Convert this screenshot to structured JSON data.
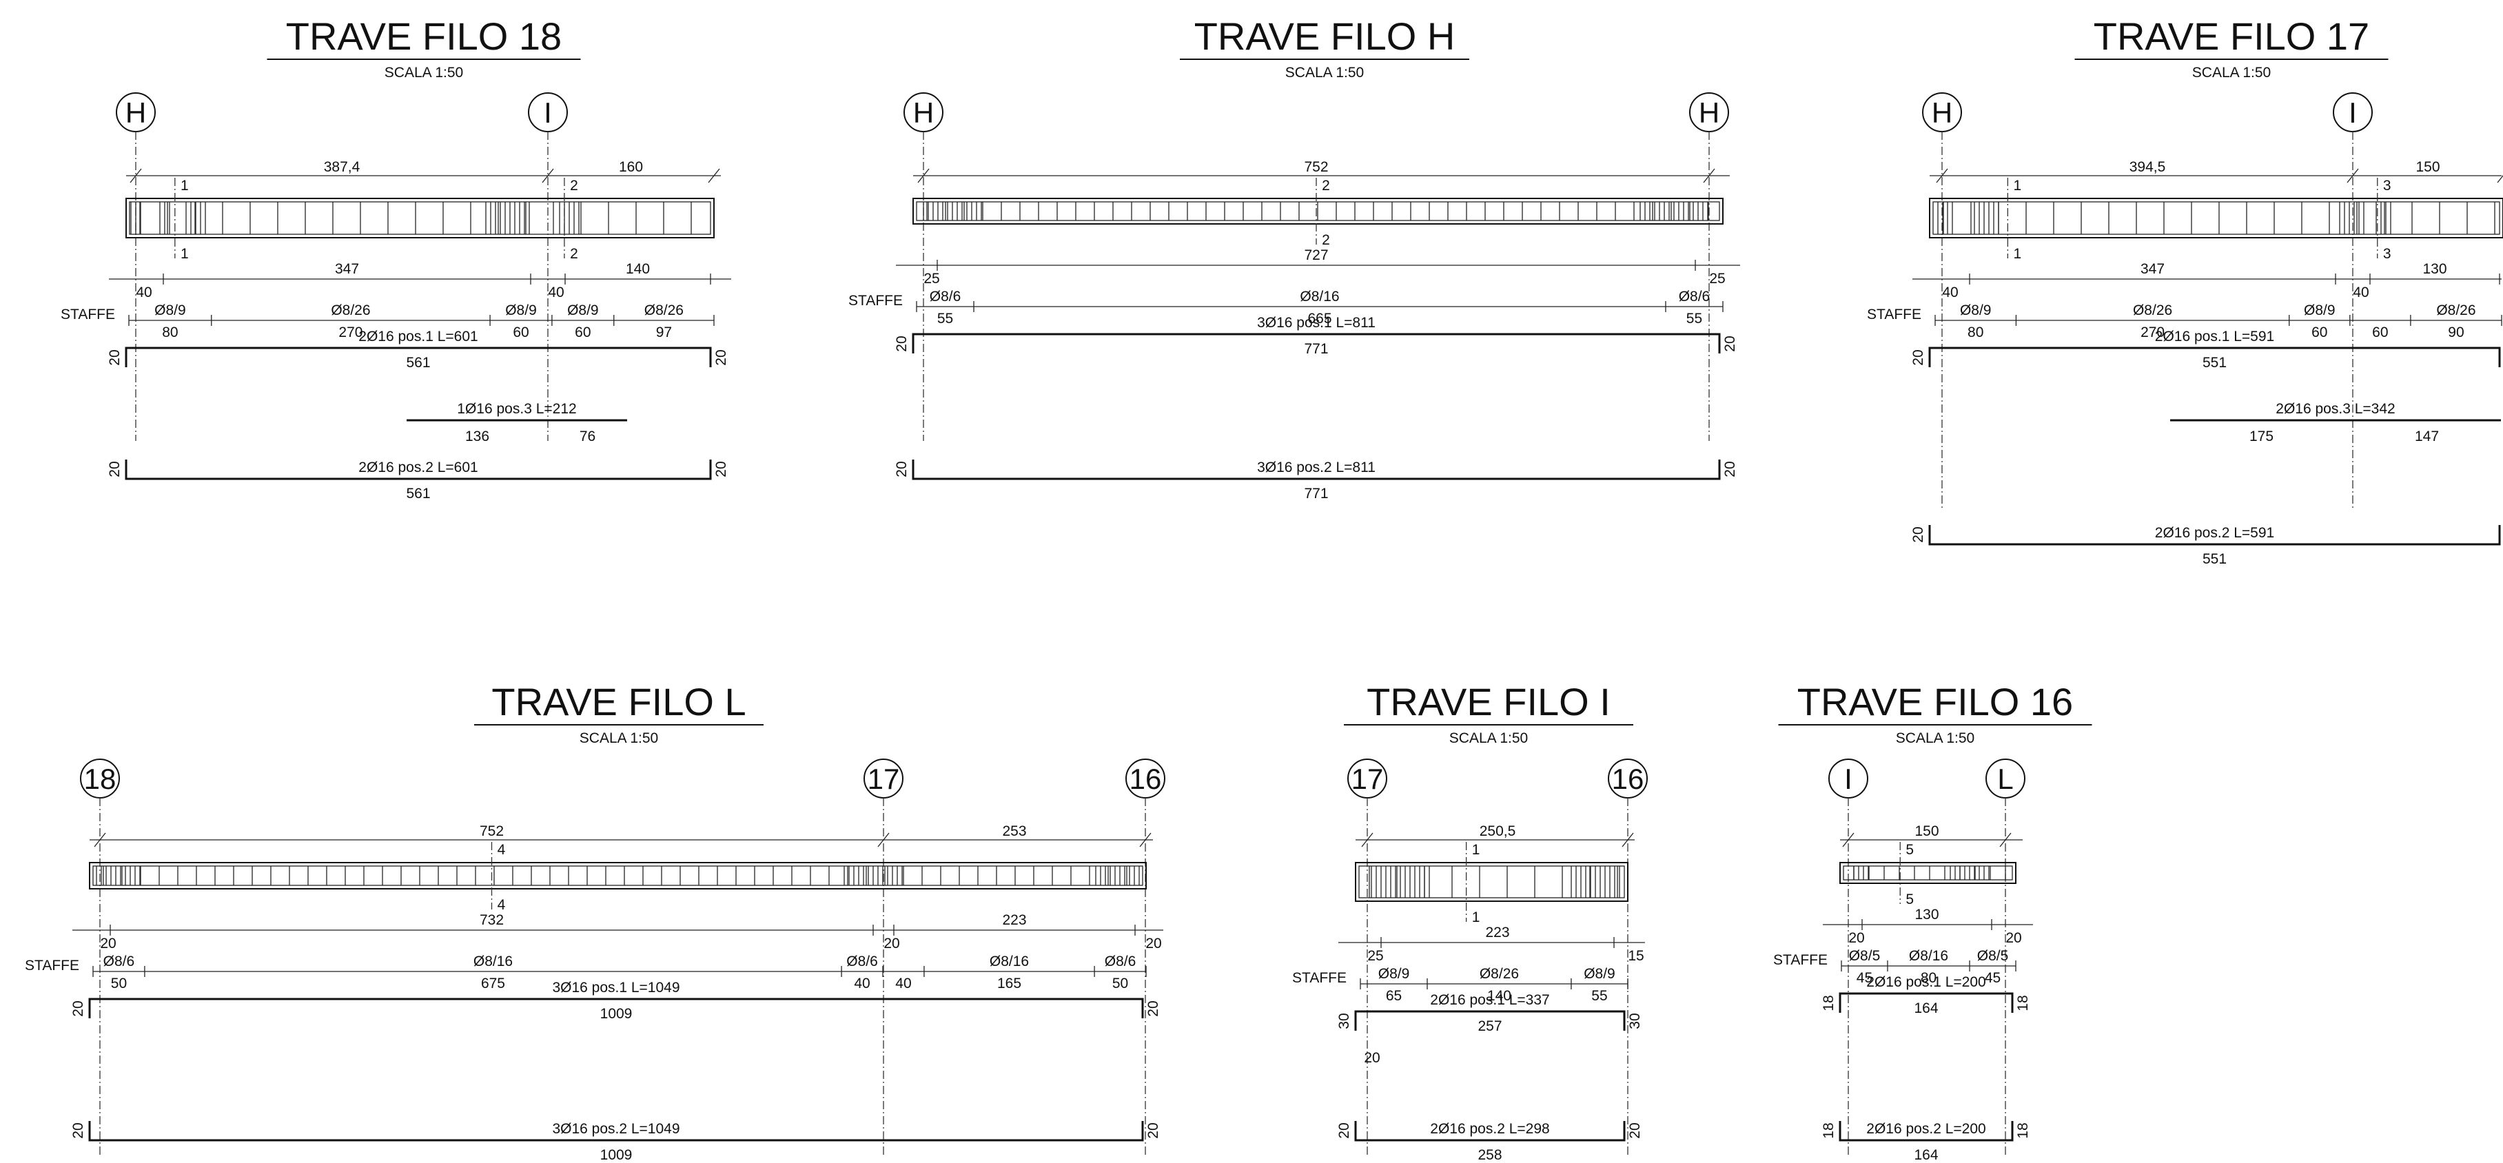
{
  "beams": [
    {
      "id": "filo18",
      "title": "TRAVE FILO 18",
      "scale": "SCALA 1:50",
      "axes": [
        "H",
        "I"
      ],
      "spans": [
        "387,4",
        "160"
      ],
      "section_marks": [
        {
          "n": "1",
          "at": 0.095
        },
        {
          "n": "2",
          "at": 1.04
        }
      ],
      "clear": [
        "347",
        "140"
      ],
      "supports": [
        "40",
        "40"
      ],
      "stirrups": {
        "label": "STAFFE",
        "zones": [
          {
            "spec": "Ø8/9",
            "len": "80"
          },
          {
            "spec": "Ø8/26",
            "len": "270"
          },
          {
            "spec": "Ø8/9",
            "len": "60"
          },
          {
            "spec": "Ø8/9",
            "len": "60"
          },
          {
            "spec": "Ø8/26",
            "len": "97"
          }
        ]
      },
      "bars": [
        {
          "label": "2Ø16 pos.1 L=601",
          "len": "561",
          "hook": "20",
          "type": "top"
        },
        {
          "label": "1Ø16 pos.3 L=212",
          "lenA": "136",
          "lenB": "76",
          "type": "extra"
        },
        {
          "label": "2Ø16 pos.2 L=601",
          "len": "561",
          "hook": "20",
          "type": "bottom"
        }
      ]
    },
    {
      "id": "filoH",
      "title": "TRAVE FILO H",
      "scale": "SCALA 1:50",
      "axes": [
        "H",
        "H"
      ],
      "spans": [
        "752"
      ],
      "section_marks": [
        {
          "n": "2",
          "at": 0.5
        }
      ],
      "clear": [
        "727"
      ],
      "supports": [
        "25",
        "25"
      ],
      "stirrups": {
        "label": "STAFFE",
        "zones": [
          {
            "spec": "Ø8/6",
            "len": "55"
          },
          {
            "spec": "Ø8/16",
            "len": "665"
          },
          {
            "spec": "Ø8/6",
            "len": "55"
          }
        ]
      },
      "bars": [
        {
          "label": "3Ø16 pos.1 L=811",
          "len": "771",
          "hook": "20",
          "type": "top"
        },
        {
          "label": "3Ø16 pos.2 L=811",
          "len": "771",
          "hook": "20",
          "type": "bottom"
        }
      ]
    },
    {
      "id": "filo17",
      "title": "TRAVE FILO 17",
      "scale": "SCALA 1:50",
      "axes": [
        "H",
        "I"
      ],
      "spans": [
        "394,5",
        "150"
      ],
      "section_marks": [
        {
          "n": "1",
          "at": 0.16
        },
        {
          "n": "3",
          "at": 1.06
        }
      ],
      "clear": [
        "347",
        "130"
      ],
      "supports": [
        "40",
        "40"
      ],
      "stirrups": {
        "label": "STAFFE",
        "zones": [
          {
            "spec": "Ø8/9",
            "len": "80"
          },
          {
            "spec": "Ø8/26",
            "len": "270"
          },
          {
            "spec": "Ø8/9",
            "len": "60"
          },
          {
            "spec": "",
            "len": "60"
          },
          {
            "spec": "Ø8/26",
            "len": "90"
          }
        ]
      },
      "bars": [
        {
          "label": "2Ø16 pos.1 L=591",
          "len": "551",
          "hook": "20",
          "type": "top"
        },
        {
          "label": "2Ø16 pos.3 L=342",
          "lenA": "175",
          "lenB": "147",
          "type": "extra"
        },
        {
          "label": "2Ø16 pos.2 L=591",
          "len": "551",
          "hook": "20",
          "type": "bottom"
        }
      ]
    },
    {
      "id": "filoL",
      "title": "TRAVE FILO L",
      "scale": "SCALA 1:50",
      "axes": [
        "18",
        "17",
        "16"
      ],
      "spans": [
        "752",
        "253"
      ],
      "section_marks": [
        {
          "n": "4",
          "at": 0.5
        }
      ],
      "clear": [
        "732",
        "223"
      ],
      "supports": [
        "20",
        "20",
        "20"
      ],
      "stirrups": {
        "label": "STAFFE",
        "zones": [
          {
            "spec": "Ø8/6",
            "len": "50"
          },
          {
            "spec": "Ø8/16",
            "len": "675"
          },
          {
            "spec": "Ø8/6",
            "len": "40"
          },
          {
            "spec": "",
            "len": "40"
          },
          {
            "spec": "Ø8/16",
            "len": "165"
          },
          {
            "spec": "Ø8/6",
            "len": "50"
          }
        ]
      },
      "bars": [
        {
          "label": "3Ø16 pos.1 L=1049",
          "len": "1009",
          "hook": "20",
          "type": "top"
        },
        {
          "label": "3Ø16 pos.2 L=1049",
          "len": "1009",
          "hook": "20",
          "type": "bottom"
        }
      ]
    },
    {
      "id": "filoI",
      "title": "TRAVE FILO I",
      "scale": "SCALA 1:50",
      "axes": [
        "17",
        "16"
      ],
      "spans": [
        "250,5"
      ],
      "section_marks": [
        {
          "n": "1",
          "at": 0.38
        }
      ],
      "clear": [
        "223"
      ],
      "supports": [
        "25",
        "15"
      ],
      "stirrups": {
        "label": "STAFFE",
        "zones": [
          {
            "spec": "Ø8/9",
            "len": "65"
          },
          {
            "spec": "Ø8/26",
            "len": "140"
          },
          {
            "spec": "Ø8/9",
            "len": "55"
          }
        ]
      },
      "bars": [
        {
          "label": "2Ø16 pos.1 L=337",
          "len": "257",
          "hook": "30",
          "foot": "20",
          "type": "top"
        },
        {
          "label": "2Ø16 pos.2 L=298",
          "len": "258",
          "hook": "20",
          "type": "bottom"
        }
      ]
    },
    {
      "id": "filo16",
      "title": "TRAVE FILO 16",
      "scale": "SCALA 1:50",
      "axes": [
        "I",
        "L"
      ],
      "spans": [
        "150"
      ],
      "section_marks": [
        {
          "n": "5",
          "at": 0.33
        }
      ],
      "clear": [
        "130"
      ],
      "supports": [
        "20",
        "20"
      ],
      "stirrups": {
        "label": "STAFFE",
        "zones": [
          {
            "spec": "Ø8/5",
            "len": "45"
          },
          {
            "spec": "Ø8/16",
            "len": "80"
          },
          {
            "spec": "Ø8/5",
            "len": "45"
          }
        ]
      },
      "bars": [
        {
          "label": "2Ø16 pos.1 L=200",
          "len": "164",
          "hook": "18",
          "type": "top"
        },
        {
          "label": "2Ø16 pos.2 L=200",
          "len": "164",
          "hook": "18",
          "type": "bottom"
        }
      ]
    }
  ]
}
